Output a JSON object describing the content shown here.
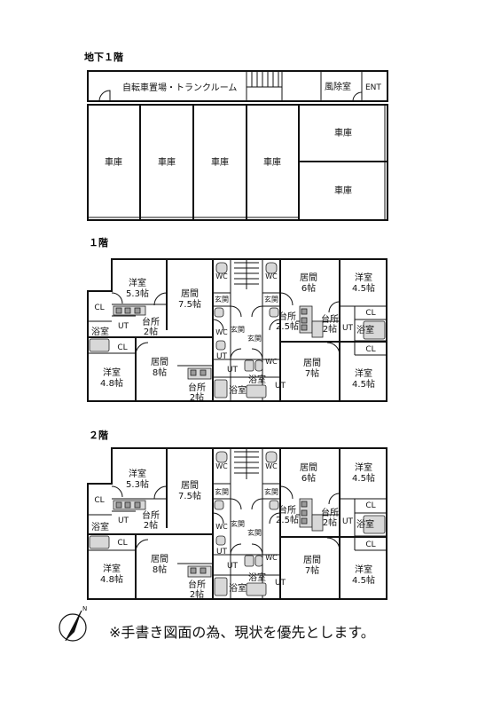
{
  "floors": {
    "b1": {
      "title": "地下１階",
      "bike": "自転車置場・トランクルーム",
      "windbreak": "風除室",
      "ent": "ENT",
      "garage": [
        "車庫",
        "車庫",
        "車庫",
        "車庫",
        "車庫",
        "車庫"
      ]
    },
    "f1": {
      "title": "１階",
      "yoshitsu_53": [
        "洋室",
        "5.3帖"
      ],
      "ima_75": [
        "居間",
        "7.5帖"
      ],
      "ima_6": [
        "居間",
        "6帖"
      ],
      "yoshitsu_45a": [
        "洋室",
        "4.5帖"
      ],
      "cl": [
        "CL",
        "CL",
        "CL",
        "CL"
      ],
      "ut": [
        "UT",
        "UT",
        "UT",
        "UT",
        "UT"
      ],
      "daidokoro_2a": [
        "台所",
        "2帖"
      ],
      "daidokoro_25": [
        "台所",
        "2.5帖"
      ],
      "daidokoro_2b": [
        "台所",
        "2帖"
      ],
      "daidokoro_2c": [
        "台所",
        "2帖"
      ],
      "yokushitsu": [
        "浴室",
        "浴室",
        "浴室",
        "浴室"
      ],
      "wc": [
        "WC",
        "WC",
        "WC",
        "WC"
      ],
      "genkan": [
        "玄関",
        "玄関",
        "玄関",
        "玄関"
      ],
      "yoshitsu_48": [
        "洋室",
        "4.8帖"
      ],
      "ima_8": [
        "居間",
        "8帖"
      ],
      "ima_7": [
        "居間",
        "7帖"
      ],
      "yoshitsu_45b": [
        "洋室",
        "4.5帖"
      ]
    },
    "f2": {
      "title": "２階",
      "yoshitsu_53": [
        "洋室",
        "5.3帖"
      ],
      "ima_75": [
        "居間",
        "7.5帖"
      ],
      "ima_6": [
        "居間",
        "6帖"
      ],
      "yoshitsu_45a": [
        "洋室",
        "4.5帖"
      ],
      "cl": [
        "CL",
        "CL",
        "CL",
        "CL"
      ],
      "ut": [
        "UT",
        "UT",
        "UT",
        "UT",
        "UT"
      ],
      "daidokoro_2a": [
        "台所",
        "2帖"
      ],
      "daidokoro_25": [
        "台所",
        "2.5帖"
      ],
      "daidokoro_2b": [
        "台所",
        "2帖"
      ],
      "daidokoro_2c": [
        "台所",
        "2帖"
      ],
      "yokushitsu": [
        "浴室",
        "浴室",
        "浴室",
        "浴室"
      ],
      "wc": [
        "WC",
        "WC",
        "WC",
        "WC"
      ],
      "genkan": [
        "玄関",
        "玄関",
        "玄関",
        "玄関"
      ],
      "yoshitsu_48": [
        "洋室",
        "4.8帖"
      ],
      "ima_8": [
        "居間",
        "8帖"
      ],
      "ima_7": [
        "居間",
        "7帖"
      ],
      "yoshitsu_45b": [
        "洋室",
        "4.5帖"
      ]
    }
  },
  "compass": {
    "north": "N"
  },
  "note": "※手書き図面の為、現状を優先とします。",
  "colors": {
    "line": "#111111",
    "fixture": "#d8d8d8",
    "background": "#ffffff"
  }
}
